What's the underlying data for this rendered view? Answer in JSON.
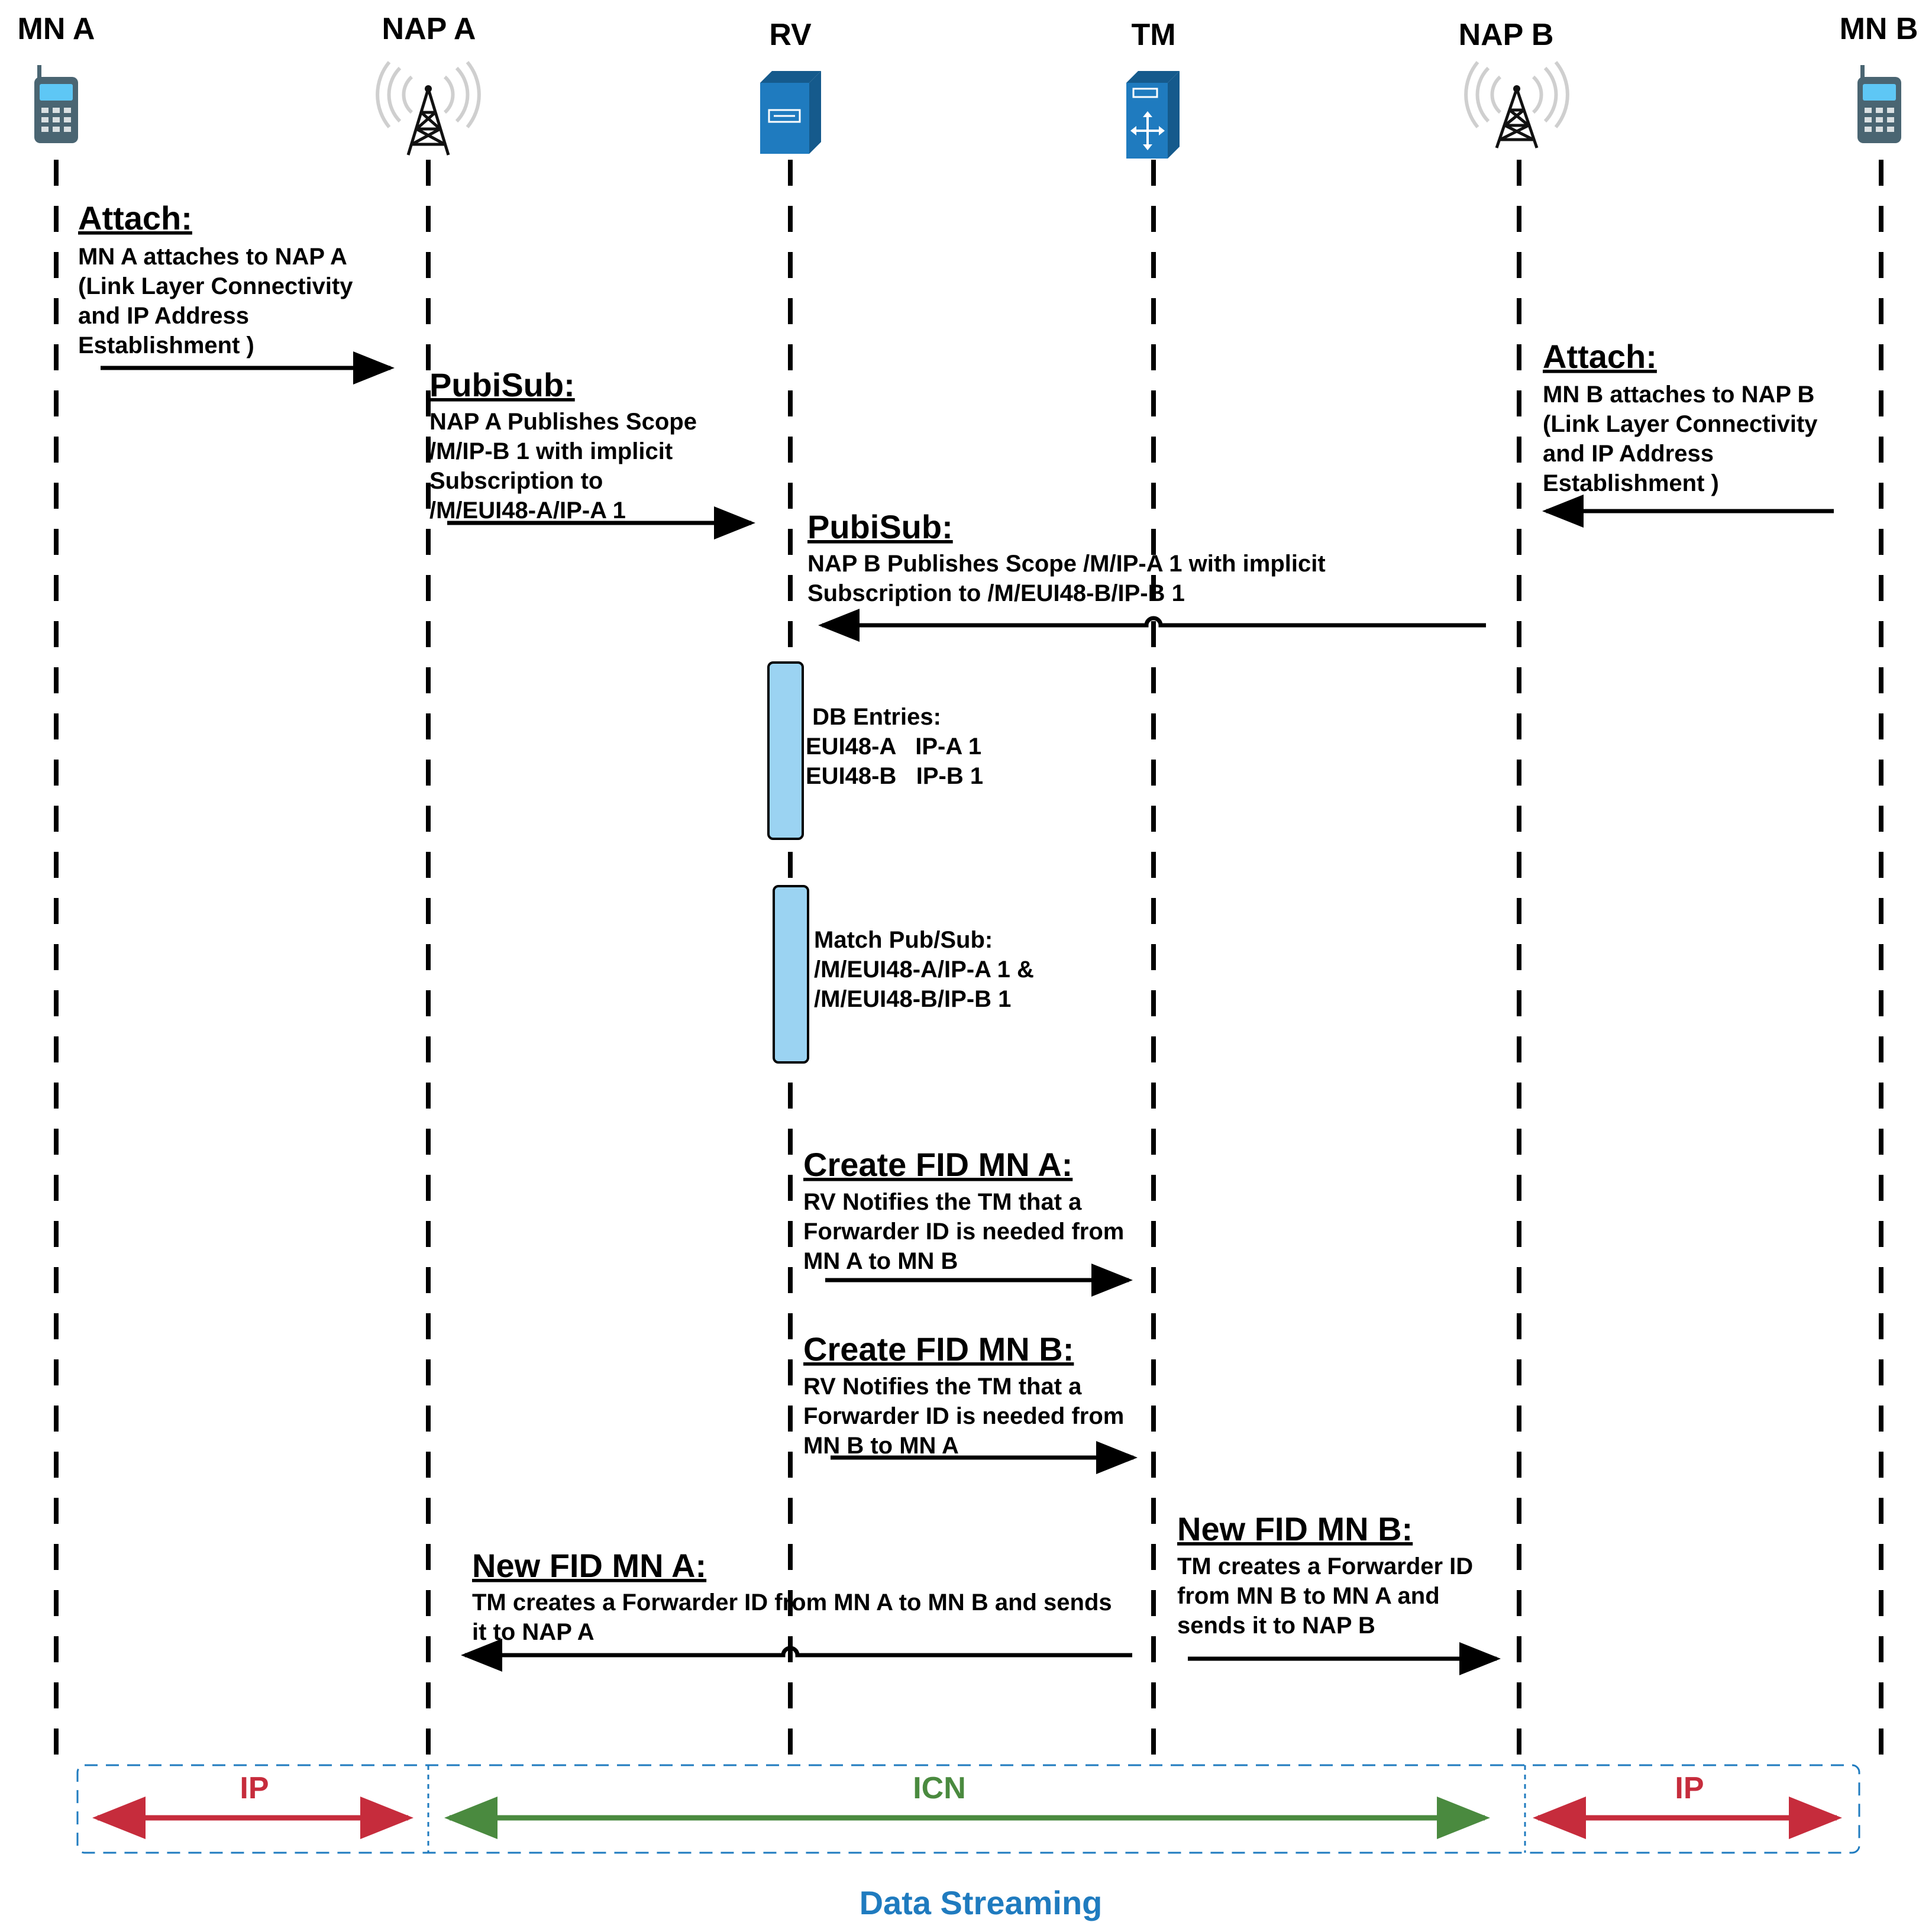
{
  "colors": {
    "phone": "#4a6572",
    "phone_screen": "#5ec7f5",
    "tower": "#111111",
    "tower_waves": "#cfcfcf",
    "server": "#1f7bbf",
    "server_dark": "#155a8c",
    "activation": "#9bd3f2",
    "ip_arrow": "#c62c3c",
    "icn_arrow": "#4a8a3f",
    "band_border": "#1f7bbf",
    "footer": "#1f7bbf"
  },
  "participants": [
    {
      "id": "mn-a",
      "label": "MN A",
      "icon": "mobile-phone-icon"
    },
    {
      "id": "nap-a",
      "label": "NAP A",
      "icon": "antenna-tower-icon"
    },
    {
      "id": "rv",
      "label": "RV",
      "icon": "server-icon"
    },
    {
      "id": "tm",
      "label": "TM",
      "icon": "router-server-icon"
    },
    {
      "id": "nap-b",
      "label": "NAP B",
      "icon": "antenna-tower-icon"
    },
    {
      "id": "mn-b",
      "label": "MN B",
      "icon": "mobile-phone-icon"
    }
  ],
  "messages": [
    {
      "id": "attach-a",
      "title": "Attach:",
      "lines": [
        "MN A attaches to NAP A",
        "(Link Layer Connectivity",
        "and IP Address",
        "Establishment )"
      ],
      "from": "mn-a",
      "to": "nap-a"
    },
    {
      "id": "pubsub-a",
      "title": "PubiSub:",
      "lines": [
        "NAP A Publishes Scope",
        "/M/IP-B 1 with implicit",
        "Subscription to",
        "/M/EUI48-A/IP-A 1"
      ],
      "from": "nap-a",
      "to": "rv"
    },
    {
      "id": "attach-b",
      "title": "Attach:",
      "lines": [
        "MN B attaches to NAP B",
        "(Link Layer Connectivity",
        "and IP Address",
        "Establishment )"
      ],
      "from": "mn-b",
      "to": "nap-b"
    },
    {
      "id": "pubsub-b",
      "title": "PubiSub:",
      "lines": [
        "NAP B Publishes Scope /M/IP-A 1 with implicit",
        "Subscription to /M/EUI48-B/IP-B 1"
      ],
      "from": "nap-b",
      "to": "rv"
    },
    {
      "id": "create-fid-a",
      "title": "Create FID MN A:",
      "lines": [
        "RV Notifies the TM that a",
        "Forwarder ID is needed from",
        "MN A to MN B"
      ],
      "from": "rv",
      "to": "tm"
    },
    {
      "id": "create-fid-b",
      "title": "Create FID MN B:",
      "lines": [
        "RV Notifies the TM that a",
        "Forwarder ID is needed from",
        "MN B to MN A"
      ],
      "from": "rv",
      "to": "tm"
    },
    {
      "id": "new-fid-a",
      "title": "New FID MN A:",
      "lines": [
        "TM creates a Forwarder ID from MN A to MN B and sends",
        "it to NAP A"
      ],
      "from": "tm",
      "to": "nap-a"
    },
    {
      "id": "new-fid-b",
      "title": "New FID MN B:",
      "lines": [
        "TM creates a Forwarder ID",
        "from MN B to MN A and",
        "sends it to NAP B"
      ],
      "from": "tm",
      "to": "nap-b"
    }
  ],
  "notes": [
    {
      "id": "db-entries",
      "lines": [
        " DB Entries:",
        "EUI48-A   IP-A 1",
        "EUI48-B   IP-B 1"
      ]
    },
    {
      "id": "match-pubsub",
      "lines": [
        "Match Pub/Sub:",
        "/M/EUI48-A/IP-A 1 &",
        "/M/EUI48-B/IP-B 1"
      ]
    }
  ],
  "bands": [
    {
      "id": "ip-left",
      "label": "IP"
    },
    {
      "id": "icn",
      "label": "ICN"
    },
    {
      "id": "ip-right",
      "label": "IP"
    }
  ],
  "footer": "Data Streaming"
}
